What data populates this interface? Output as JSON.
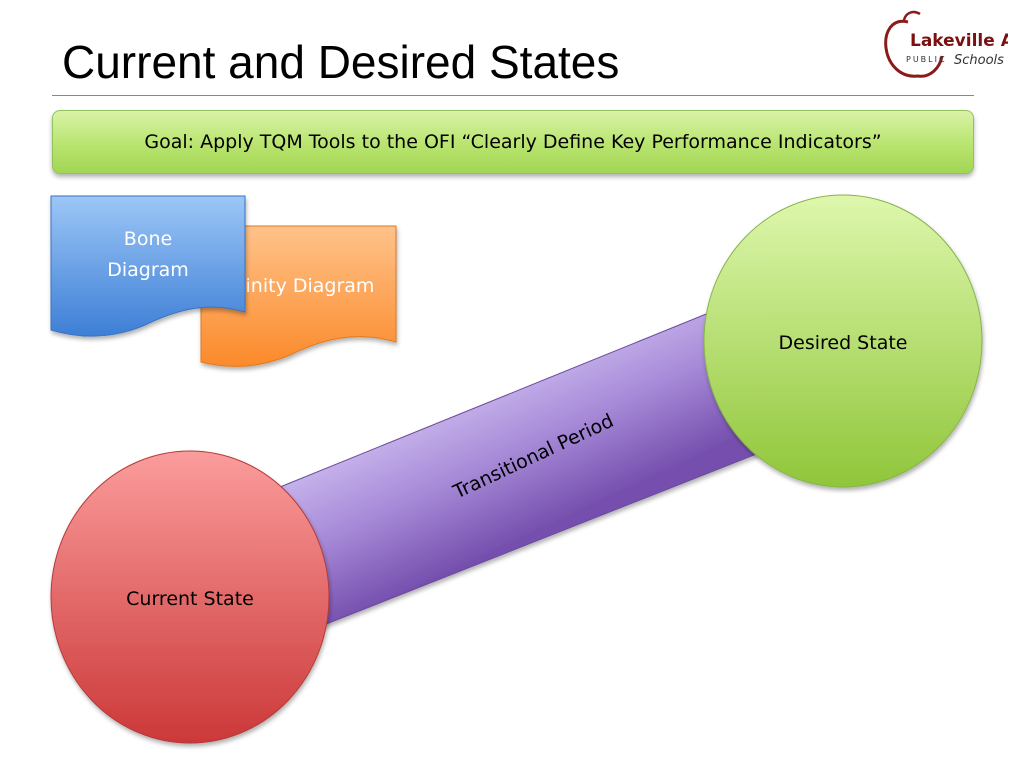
{
  "slide": {
    "title": "Current and Desired States"
  },
  "logo": {
    "name": "Lakeville Area",
    "line2": "PUBLIC",
    "line3": "Schools"
  },
  "goal": {
    "text": "Goal: Apply TQM Tools to the OFI “Clearly Define Key Performance Indicators”"
  },
  "callouts": {
    "affinity": "inity Diagram",
    "bone_line1": "Bone",
    "bone_line2": "Diagram"
  },
  "states": {
    "current": "Current State",
    "desired": "Desired State",
    "transition": "Transitional Period"
  },
  "colors": {
    "current_top": "#f99a9a",
    "current_bottom": "#cf3c3c",
    "desired_top": "#dcf5a8",
    "desired_bottom": "#92c83c",
    "transition_light": "#c9b6ee",
    "transition_dark": "#7a52b0",
    "goal_green": "#b8e46e",
    "bone_blue": "#5b9be0",
    "affinity_orange": "#fc9a3e"
  }
}
